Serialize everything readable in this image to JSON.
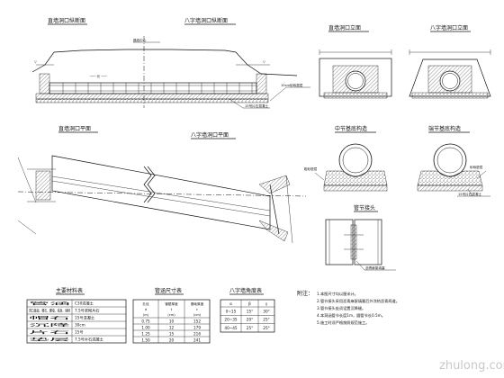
{
  "views": {
    "straight_long_section": "直墙洞口纵断面",
    "eight_long_section": "八字墙洞口纵断面",
    "straight_elevation": "直墙洞口立面",
    "eight_elevation": "八字墙洞口立面",
    "straight_plan": "直墙洞口平面",
    "eight_plan": "八字墙洞口平面",
    "middle_base": "中节基底构造",
    "end_base": "端节基底构造",
    "pipe_joint": "管节接头"
  },
  "notes_long": {
    "gravel": "10cm砂砾垫层",
    "concrete": "15号片石混凝土",
    "top_mark": "路线中心"
  },
  "notes_base": {
    "left_a": "粗砂垫层",
    "right_a": "砂砾垫层",
    "concrete": "15号片石混凝土"
  },
  "joint_note": "沥青麻絮填塞",
  "materials": {
    "title": "主要材料表",
    "header": [
      "管涵",
      "C30混凝土"
    ],
    "rows": [
      [
        "洞口基础、帽石、翼墙、墙身、铺砌",
        "7.5号浆砌片石"
      ],
      [
        "帽石",
        "15号混凝土"
      ],
      [
        "沉降",
        "30cm"
      ],
      [
        "片石",
        "15号"
      ],
      [
        "垫层",
        "7.5号片石混凝土"
      ]
    ]
  },
  "pipe_table": {
    "title": "管涵尺寸表",
    "headers": [
      "孔径",
      "管壁厚度",
      "基础厚度"
    ],
    "units": [
      "d",
      "t",
      "c"
    ],
    "sub_units": [
      "(m)",
      "(cm)",
      "(cm)"
    ],
    "rows": [
      [
        "0.75",
        "10",
        "152"
      ],
      [
        "1.00",
        "12",
        "179"
      ],
      [
        "1.25",
        "15",
        "216"
      ],
      [
        "1.50",
        "20",
        "241"
      ]
    ]
  },
  "angle_table": {
    "title": "八字墙角度表",
    "headers": [
      "α",
      "β",
      "γ"
    ],
    "rows": [
      [
        "0~15",
        "15°",
        "30°"
      ],
      [
        "20~35",
        "20°",
        "25°"
      ],
      [
        "40~45",
        "25°",
        "25°"
      ]
    ]
  },
  "notes": {
    "title": "附注：",
    "items": [
      "1.本图尺寸均以厘米计。",
      "2.管节接头采用沥青麻絮填塞后外涂热沥青两道。",
      "3.管节接头处须设置沉降缝。",
      "4.本洞涵管节长度1m，圆管节长0.5m。",
      "5.施工时须严格按照规范施工。"
    ]
  },
  "watermark": "zhulong.com"
}
